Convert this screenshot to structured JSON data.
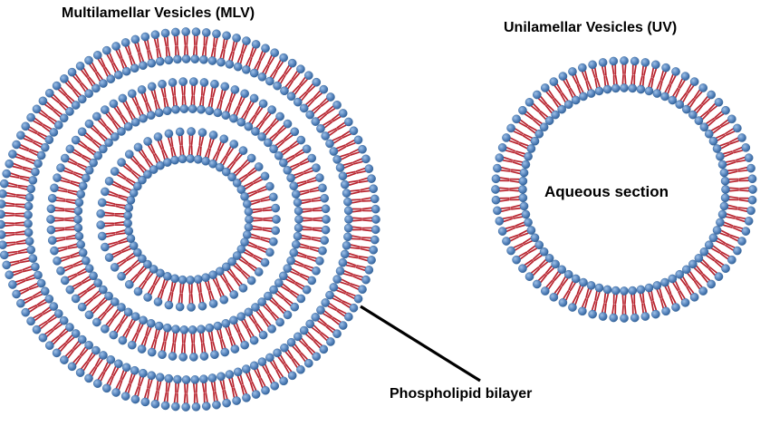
{
  "diagram": {
    "mlv_title": "Multilamellar Vesicles (MLV)",
    "uv_title": "Unilamellar Vesicles (UV)",
    "aqueous_label": "Aqueous section",
    "bilayer_label": "Phospholipid bilayer"
  },
  "colors": {
    "head": "#5b88c0",
    "head_dark": "#2f5f96",
    "head_light": "#9ec0e6",
    "tail": "#b8232e",
    "tail_dark": "#7e1219",
    "background": "#ffffff",
    "pointer": "#000000"
  }
}
